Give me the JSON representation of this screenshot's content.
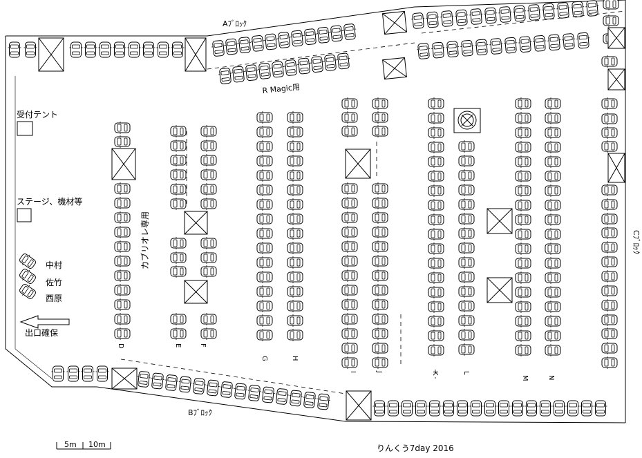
{
  "blocks": {
    "a_block": "Aﾌﾞﾛｯｸ",
    "b_block": "Bﾌﾞﾛｯｸ",
    "c_block": "Cﾌﾞﾛｯｸ",
    "r_magic": "R Magic用"
  },
  "facilities": {
    "reception_tent": "受付テント",
    "stage": "ステージ、機材等",
    "exit": "出口確保",
    "cabriolet": "カブリオレ専用"
  },
  "people": [
    "中村",
    "佐竹",
    "西原"
  ],
  "row_labels": [
    "D",
    "E",
    "F",
    "G",
    "H",
    "I",
    "J",
    "K",
    "L",
    "M",
    "N"
  ],
  "scale": {
    "s5": "5m",
    "s10": "10m"
  },
  "footer_title": "りんくう7day 2016"
}
